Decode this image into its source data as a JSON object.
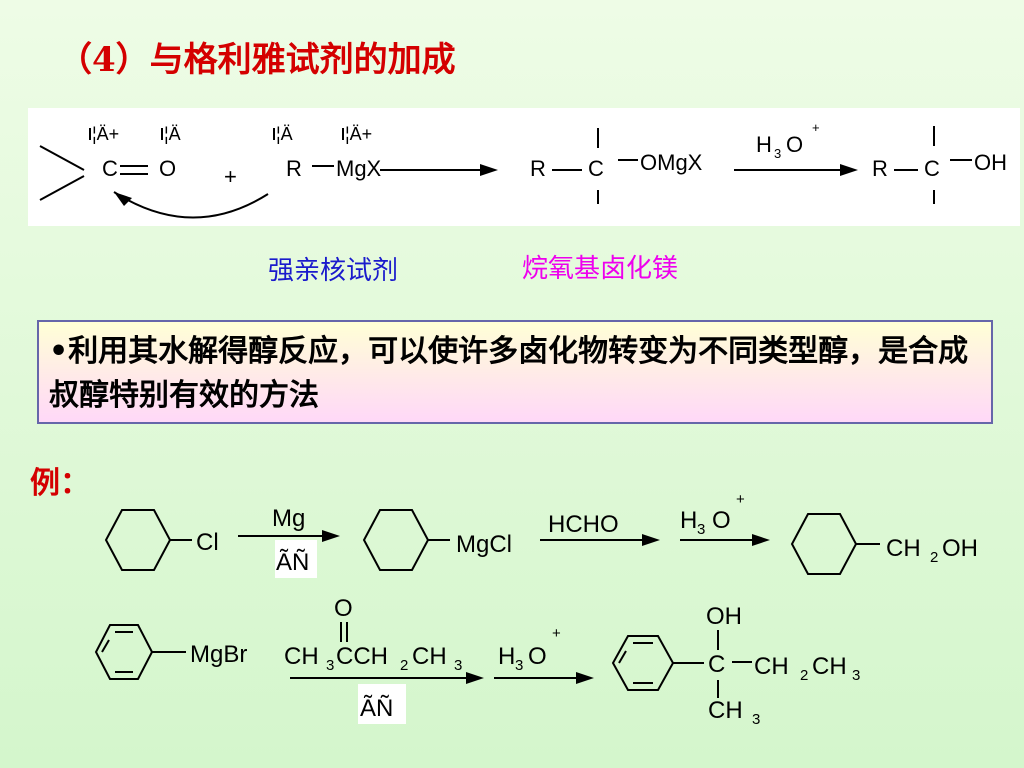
{
  "title": "（4）与格利雅试剂的加成",
  "scheme": {
    "carbonyl_c": "C",
    "carbonyl_o": "O",
    "plus": "+",
    "r": "R",
    "mgx": "MgX",
    "intermediate_r": "R",
    "intermediate_c": "C",
    "intermediate_omgx": "OMgX",
    "reagent_h": "H",
    "reagent_sub3": "3",
    "reagent_o": "O",
    "reagent_charge": "+",
    "product_r": "R",
    "product_c": "C",
    "product_oh": "OH",
    "garbled_1": "¦Ä+",
    "garbled_2": "¦Ä",
    "garbled_3": "¦Ä",
    "garbled_4": "¦Ä+"
  },
  "notes": {
    "nucleophile": "强亲核试剂",
    "alkoxide": "烷氧基卤化镁"
  },
  "bullet": {
    "mark": "•",
    "text": "利用其水解得醇反应，可以使许多卤化物转变为不同类型醇，是合成叔醇特别有效的方法"
  },
  "example": {
    "label": "例：",
    "row1": {
      "cl": "Cl",
      "mg": "Mg",
      "solvent": "ÃÑ",
      "mgcl": "MgCl",
      "hcho": "HCHO",
      "h3o_h": "H",
      "h3o_3": "3",
      "h3o_o": "O",
      "h3o_plus": "+",
      "product_ch": "CH",
      "product_2": "2",
      "product_oh": "OH"
    },
    "row2": {
      "mgbr": "MgBr",
      "ketone_o": "O",
      "ketone_ch": "CH",
      "ketone_3a": "3",
      "ketone_cch": "CCH",
      "ketone_2": "2",
      "ketone_ch2": "CH",
      "ketone_3b": "3",
      "solvent": "ÃÑ",
      "h3o_h": "H",
      "h3o_3": "3",
      "h3o_o": "O",
      "h3o_plus": "+",
      "product_oh": "OH",
      "product_c": "C",
      "product_ch": "CH",
      "product_2": "2",
      "product_ch3": "CH",
      "product_3": "3",
      "product_me": "CH",
      "product_me3": "3"
    }
  }
}
